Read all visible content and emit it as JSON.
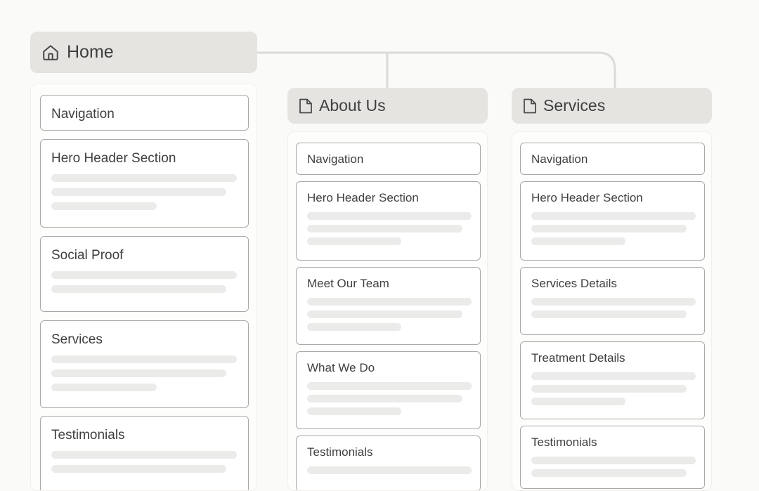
{
  "pages": [
    {
      "id": "home",
      "title": "Home",
      "icon": "home-icon",
      "sections": [
        {
          "label": "Navigation",
          "placeholder_lines": 0
        },
        {
          "label": "Hero Header Section",
          "placeholder_lines": 3
        },
        {
          "label": "Social Proof",
          "placeholder_lines": 2
        },
        {
          "label": "Services",
          "placeholder_lines": 3
        },
        {
          "label": "Testimonials",
          "placeholder_lines": 2
        }
      ]
    },
    {
      "id": "about",
      "title": "About Us",
      "icon": "page-icon",
      "sections": [
        {
          "label": "Navigation",
          "placeholder_lines": 0
        },
        {
          "label": "Hero Header Section",
          "placeholder_lines": 3
        },
        {
          "label": "Meet Our Team",
          "placeholder_lines": 3
        },
        {
          "label": "What We Do",
          "placeholder_lines": 3
        },
        {
          "label": "Testimonials",
          "placeholder_lines": 1
        }
      ]
    },
    {
      "id": "services",
      "title": "Services",
      "icon": "page-icon",
      "sections": [
        {
          "label": "Navigation",
          "placeholder_lines": 0
        },
        {
          "label": "Hero Header Section",
          "placeholder_lines": 3
        },
        {
          "label": "Services Details",
          "placeholder_lines": 2
        },
        {
          "label": "Treatment Details",
          "placeholder_lines": 3
        },
        {
          "label": "Testimonials",
          "placeholder_lines": 2
        }
      ]
    }
  ],
  "colors": {
    "background": "#fafaf9",
    "header_fill": "#e5e4e1",
    "card_border": "#a9a9a9",
    "placeholder_bar": "#ebebea",
    "connector": "#dcdbd8"
  }
}
